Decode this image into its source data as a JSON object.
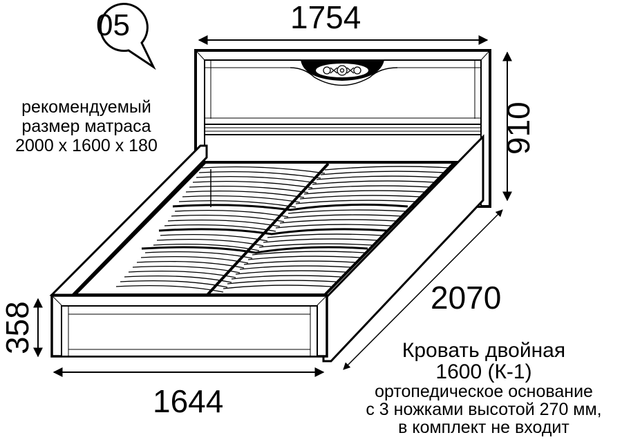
{
  "badge": {
    "number": "05"
  },
  "note": {
    "lines": [
      "рекомендуемый",
      "размер матраса",
      "2000 x 1600 x 180"
    ]
  },
  "dimensions": {
    "headboard_width": "1754",
    "headboard_height": "910",
    "length": "2070",
    "footboard_height": "358",
    "footboard_width": "1644"
  },
  "description": {
    "title": "Кровать двойная",
    "model": "1600 (К-1)",
    "lines": [
      "ортопедическое основание",
      "с 3 ножками высотой 270 мм,",
      "в комплект не входит"
    ]
  },
  "colors": {
    "line": "#000000",
    "background": "#ffffff"
  }
}
